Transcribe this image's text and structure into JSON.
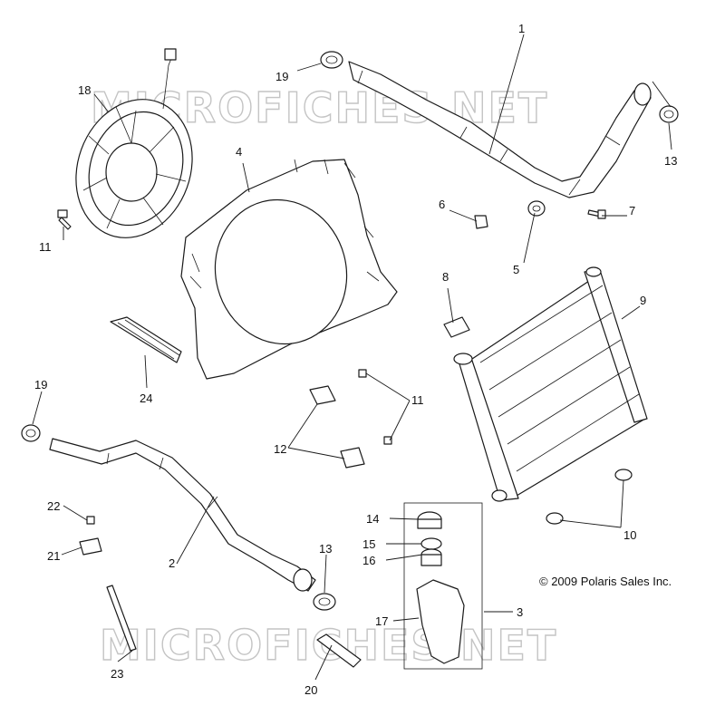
{
  "diagram": {
    "copyright": "© 2009 Polaris Sales Inc.",
    "watermark": "MICROFICHES.NET",
    "callouts": [
      "1",
      "2",
      "3",
      "4",
      "5",
      "6",
      "7",
      "8",
      "9",
      "10",
      "11",
      "11",
      "12",
      "13",
      "13",
      "14",
      "15",
      "16",
      "17",
      "18",
      "19",
      "19",
      "20",
      "21",
      "22",
      "23",
      "24"
    ],
    "colors": {
      "line": "#1a1a1a",
      "watermark": "#c4c4c4",
      "background": "#ffffff"
    }
  }
}
